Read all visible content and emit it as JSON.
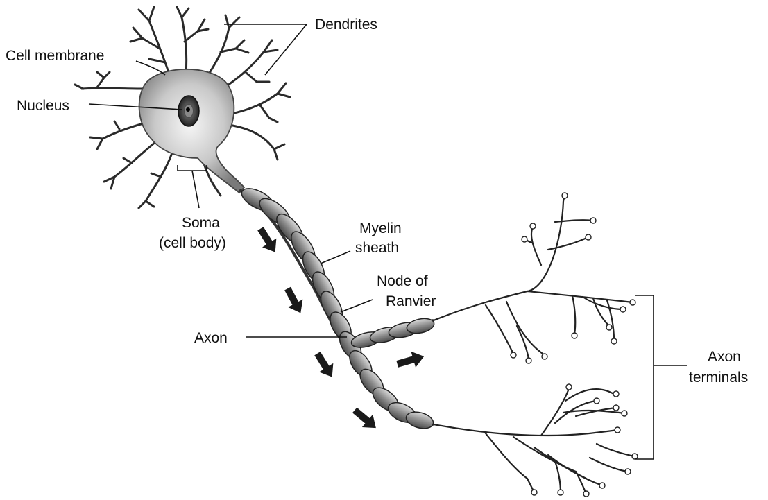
{
  "labels": {
    "dendrites": "Dendrites",
    "cell_membrane": "Cell membrane",
    "nucleus": "Nucleus",
    "soma_line1": "Soma",
    "soma_line2": "(cell body)",
    "myelin_line1": "Myelin",
    "myelin_line2": "sheath",
    "node_line1": "Node of",
    "node_line2": "Ranvier",
    "axon": "Axon",
    "axon_terminals_line1": "Axon",
    "axon_terminals_line2": "terminals"
  },
  "colors": {
    "ink": "#111111",
    "soma_light": "#f4f4f4",
    "soma_dark": "#7a7a7a",
    "myelin_mid": "#8e8e8e",
    "arrow": "#1a1a1a"
  }
}
